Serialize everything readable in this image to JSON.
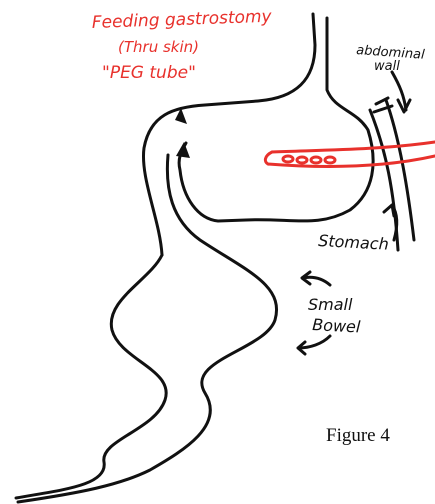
{
  "labels": {
    "feeding_title_line1": "Feeding gastrostomy",
    "feeding_title_line2": "(Thru skin)",
    "feeding_title_line3": "\"PEG tube\"",
    "abdominal_line1": "abdominal",
    "abdominal_line2": "wall",
    "stomach": "Stomach",
    "small_line1": "Small",
    "small_line2": "Bowel"
  },
  "caption": "Figure 4",
  "colors": {
    "ink": "#111111",
    "peg": "#e8312c",
    "background": "#ffffff"
  }
}
